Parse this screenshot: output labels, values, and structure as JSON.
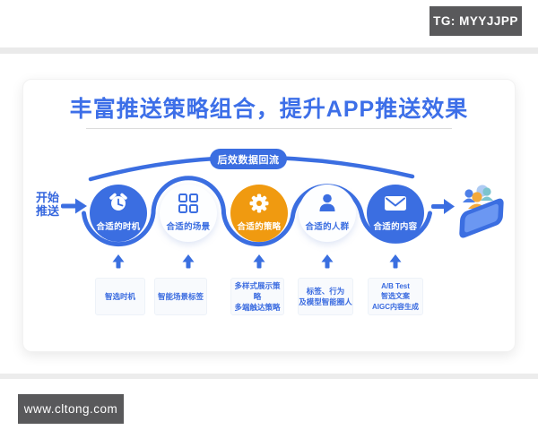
{
  "watermarks": {
    "top": "TG: MYYJJPP",
    "bottom": "www.cltong.com"
  },
  "card": {
    "title": "丰富推送策略组合，提升APP推送效果",
    "backflow_label": "后效数据回流",
    "start_label": "开始\n推送"
  },
  "flow": {
    "steps": [
      {
        "label": "合适的时机",
        "icon": "alarm-clock-icon",
        "fill": "#3B6EE1",
        "detail": "智选时机"
      },
      {
        "label": "合适的场景",
        "icon": "grid-icon",
        "fill": "#FFFFFF",
        "detail": "智能场景标签"
      },
      {
        "label": "合适的策略",
        "icon": "gear-icon",
        "fill": "#F09A10",
        "detail": "多样式展示策略\n多端触达策略"
      },
      {
        "label": "合适的人群",
        "icon": "person-icon",
        "fill": "#FFFFFF",
        "detail": "标签、行为\n及模型智能圈人"
      },
      {
        "label": "合适的内容",
        "icon": "envelope-icon",
        "fill": "#3B6EE1",
        "detail": "A/B Test\n智选文案\nAIGC内容生成"
      }
    ]
  },
  "colors": {
    "accent_blue": "#3B6EE1",
    "accent_orange": "#F09A10",
    "title_blue": "#3D6FE8",
    "badge_gray": "#59595B",
    "box_bg": "#F8FAFD"
  }
}
